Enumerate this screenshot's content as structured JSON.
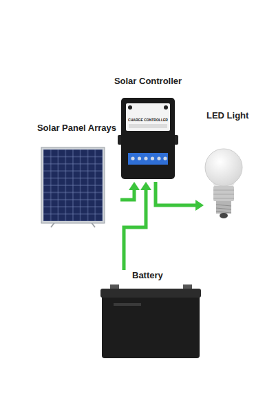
{
  "diagram": {
    "nodes": [
      {
        "text": [
          "Solar Controller"
        ]
      },
      {
        "text": [
          "Solar Panel Arrays"
        ]
      },
      {
        "text": [
          "LED Light"
        ]
      },
      {
        "text": [
          "Battery"
        ]
      }
    ],
    "edges": [
      {
        "from": 1,
        "to": 0,
        "arrow": "to"
      },
      {
        "from": 0,
        "to": 2,
        "arrow": "to"
      },
      {
        "from": 3,
        "to": 0,
        "arrow": "to"
      }
    ],
    "labels": [
      "CHARGE CONTROLLER"
    ]
  }
}
